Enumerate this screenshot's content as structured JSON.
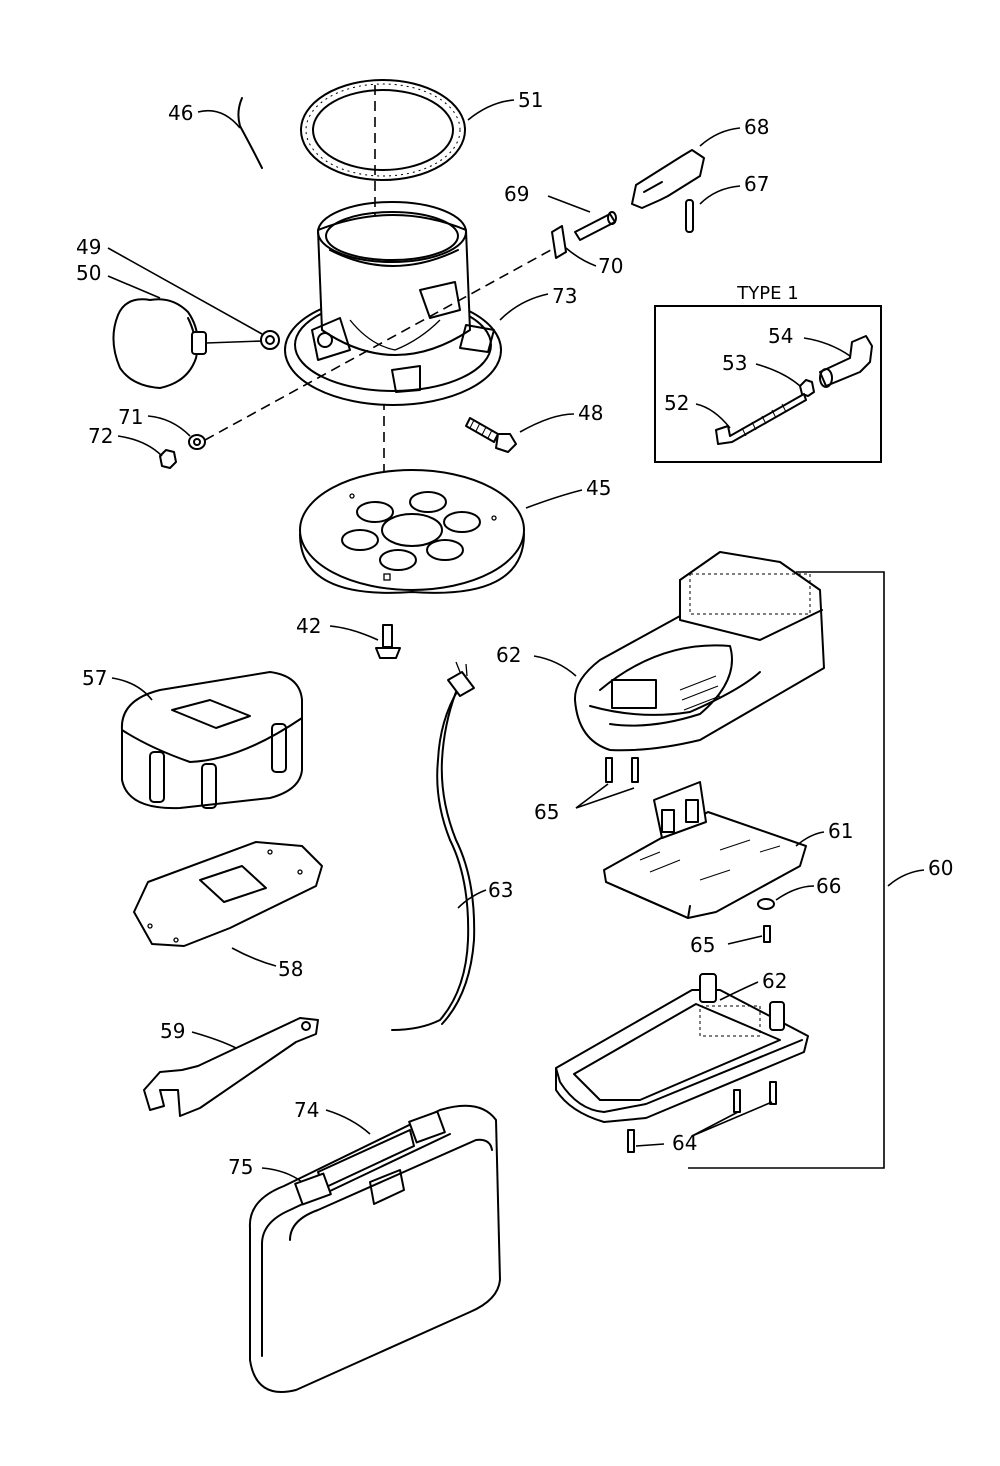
{
  "inset_title": "TYPE 1",
  "callouts": [
    {
      "id": "46",
      "text": "46"
    },
    {
      "id": "51",
      "text": "51"
    },
    {
      "id": "68",
      "text": "68"
    },
    {
      "id": "69",
      "text": "69"
    },
    {
      "id": "67",
      "text": "67"
    },
    {
      "id": "49",
      "text": "49"
    },
    {
      "id": "50",
      "text": "50"
    },
    {
      "id": "70",
      "text": "70"
    },
    {
      "id": "73",
      "text": "73"
    },
    {
      "id": "54",
      "text": "54"
    },
    {
      "id": "53",
      "text": "53"
    },
    {
      "id": "52",
      "text": "52"
    },
    {
      "id": "71",
      "text": "71"
    },
    {
      "id": "72",
      "text": "72"
    },
    {
      "id": "48",
      "text": "48"
    },
    {
      "id": "45",
      "text": "45"
    },
    {
      "id": "42",
      "text": "42"
    },
    {
      "id": "62a",
      "text": "62"
    },
    {
      "id": "57",
      "text": "57"
    },
    {
      "id": "65a",
      "text": "65"
    },
    {
      "id": "61",
      "text": "61"
    },
    {
      "id": "63",
      "text": "63"
    },
    {
      "id": "66",
      "text": "66"
    },
    {
      "id": "60",
      "text": "60"
    },
    {
      "id": "65b",
      "text": "65"
    },
    {
      "id": "58",
      "text": "58"
    },
    {
      "id": "62b",
      "text": "62"
    },
    {
      "id": "59",
      "text": "59"
    },
    {
      "id": "74",
      "text": "74"
    },
    {
      "id": "64",
      "text": "64"
    },
    {
      "id": "75",
      "text": "75"
    }
  ]
}
